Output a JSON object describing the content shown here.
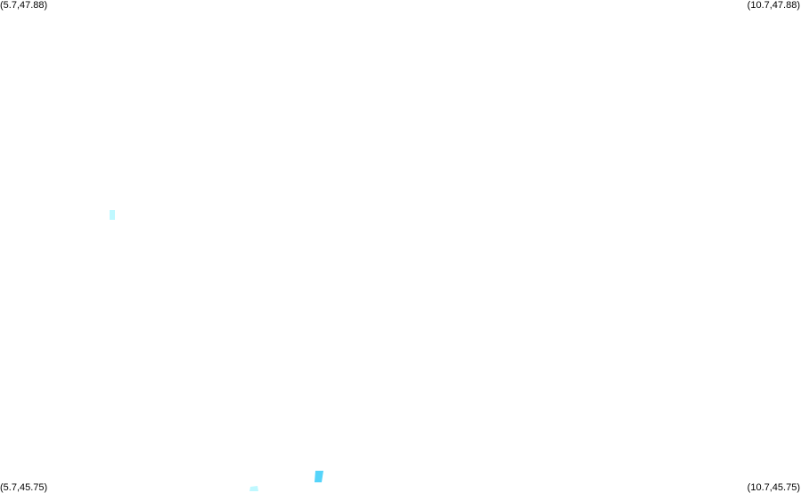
{
  "map": {
    "corners": {
      "top_left": "(5.7,47.88)",
      "top_right": "(10.7,47.88)",
      "bottom_left": "(5.7,45.75)",
      "bottom_right": "(10.7,45.75)"
    },
    "colors": {
      "background": "#ffffff",
      "feature_light": "#bff8ff",
      "feature_medium": "#55d4fa"
    }
  }
}
